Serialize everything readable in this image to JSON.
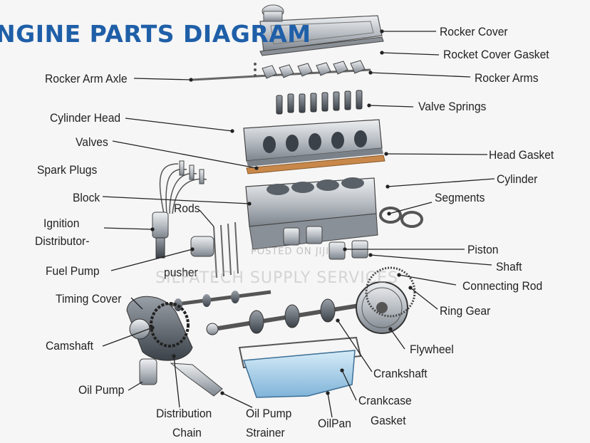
{
  "title": "NGINE PARTS DIAGRAM",
  "labels": {
    "rocker_cover": "Rocker Cover",
    "rocket_cover_gasket": "Rocket Cover Gasket",
    "rocker_arm_axle": "Rocker Arm Axle",
    "rocker_arms": "Rocker Arms",
    "cylinder_head": "Cylinder Head",
    "valve_springs": "Valve Springs",
    "valves": "Valves",
    "head_gasket": "Head Gasket",
    "spark_plugs": "Spark Plugs",
    "cylinder": "Cylinder",
    "block": "Block",
    "rods": "Rods",
    "segments": "Segments",
    "ignition": "Ignition",
    "distributor": "Distributor-",
    "piston": "Piston",
    "fuel_pump": "Fuel  Pump",
    "pusher": "pusher",
    "shaft": "Shaft",
    "connecting_rod": "Connecting Rod",
    "timing_cover": "Timing Cover",
    "ring_gear": "Ring Gear",
    "camshaft": "Camshaft",
    "flywheel": "Flywheel",
    "crankshaft": "Crankshaft",
    "oil_pump": "Oil Pump",
    "crankcase": "Crankcase",
    "gasket": "Gasket",
    "distribution": "Distribution",
    "chain": "Chain",
    "oil_pump_strainer_1": "Oil Pump",
    "oil_pump_strainer_2": "Strainer",
    "oil_pan": "OilPan"
  },
  "watermark": {
    "line1": "POSTED ON JIJI",
    "line2": "SILFATECH SUPPLY SERVICES"
  },
  "colors": {
    "title": "#1f5fa8",
    "metal": "#b9bec4",
    "gasket": "#c8884a",
    "oil_pan": "#9fc9e6"
  }
}
